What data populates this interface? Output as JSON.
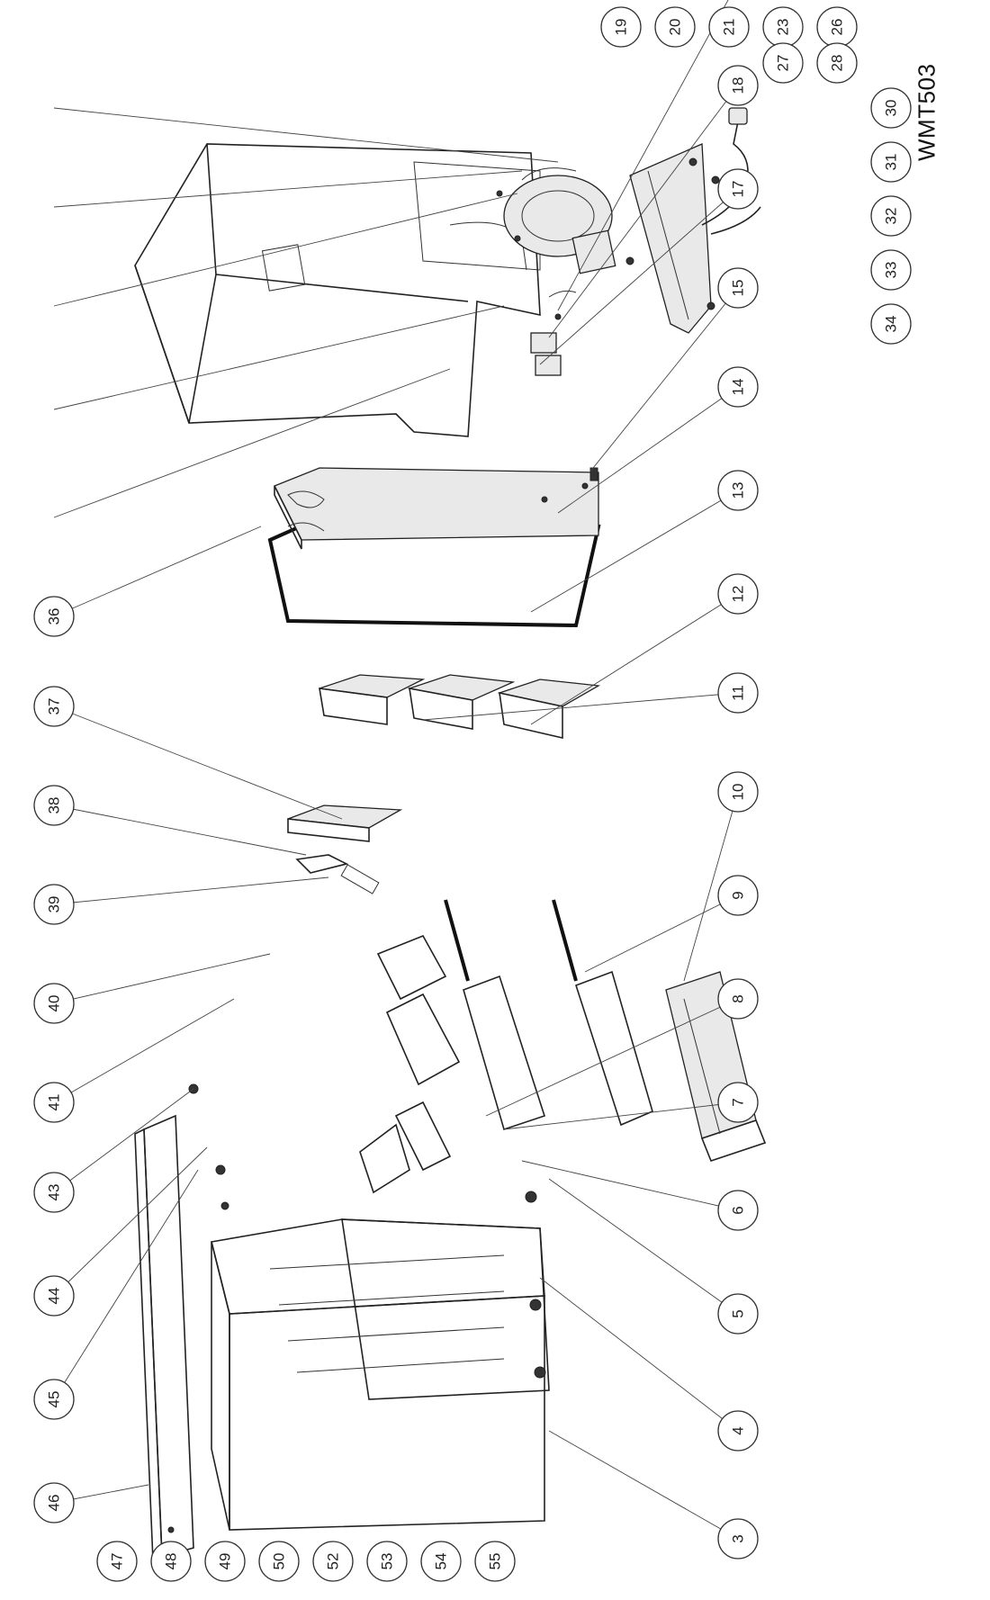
{
  "model_code": "WMT503",
  "callouts": [
    {
      "label": "3"
    },
    {
      "label": "4"
    },
    {
      "label": "5"
    },
    {
      "label": "6"
    },
    {
      "label": "7"
    },
    {
      "label": "8"
    },
    {
      "label": "9"
    },
    {
      "label": "10"
    },
    {
      "label": "11"
    },
    {
      "label": "12"
    },
    {
      "label": "13"
    },
    {
      "label": "14"
    },
    {
      "label": "15"
    },
    {
      "label": "17"
    },
    {
      "label": "18"
    },
    {
      "label": "19"
    },
    {
      "label": "20"
    },
    {
      "label": "21"
    },
    {
      "label": "23"
    },
    {
      "label": "26"
    },
    {
      "label": "27"
    },
    {
      "label": "28"
    },
    {
      "label": "30"
    },
    {
      "label": "31"
    },
    {
      "label": "32"
    },
    {
      "label": "33"
    },
    {
      "label": "34"
    },
    {
      "label": "36"
    },
    {
      "label": "37"
    },
    {
      "label": "38"
    },
    {
      "label": "39"
    },
    {
      "label": "40"
    },
    {
      "label": "41"
    },
    {
      "label": "43"
    },
    {
      "label": "44"
    },
    {
      "label": "45"
    },
    {
      "label": "46"
    },
    {
      "label": "47"
    },
    {
      "label": "48"
    },
    {
      "label": "49"
    },
    {
      "label": "50"
    },
    {
      "label": "52"
    },
    {
      "label": "53"
    },
    {
      "label": "54"
    },
    {
      "label": "55"
    }
  ]
}
